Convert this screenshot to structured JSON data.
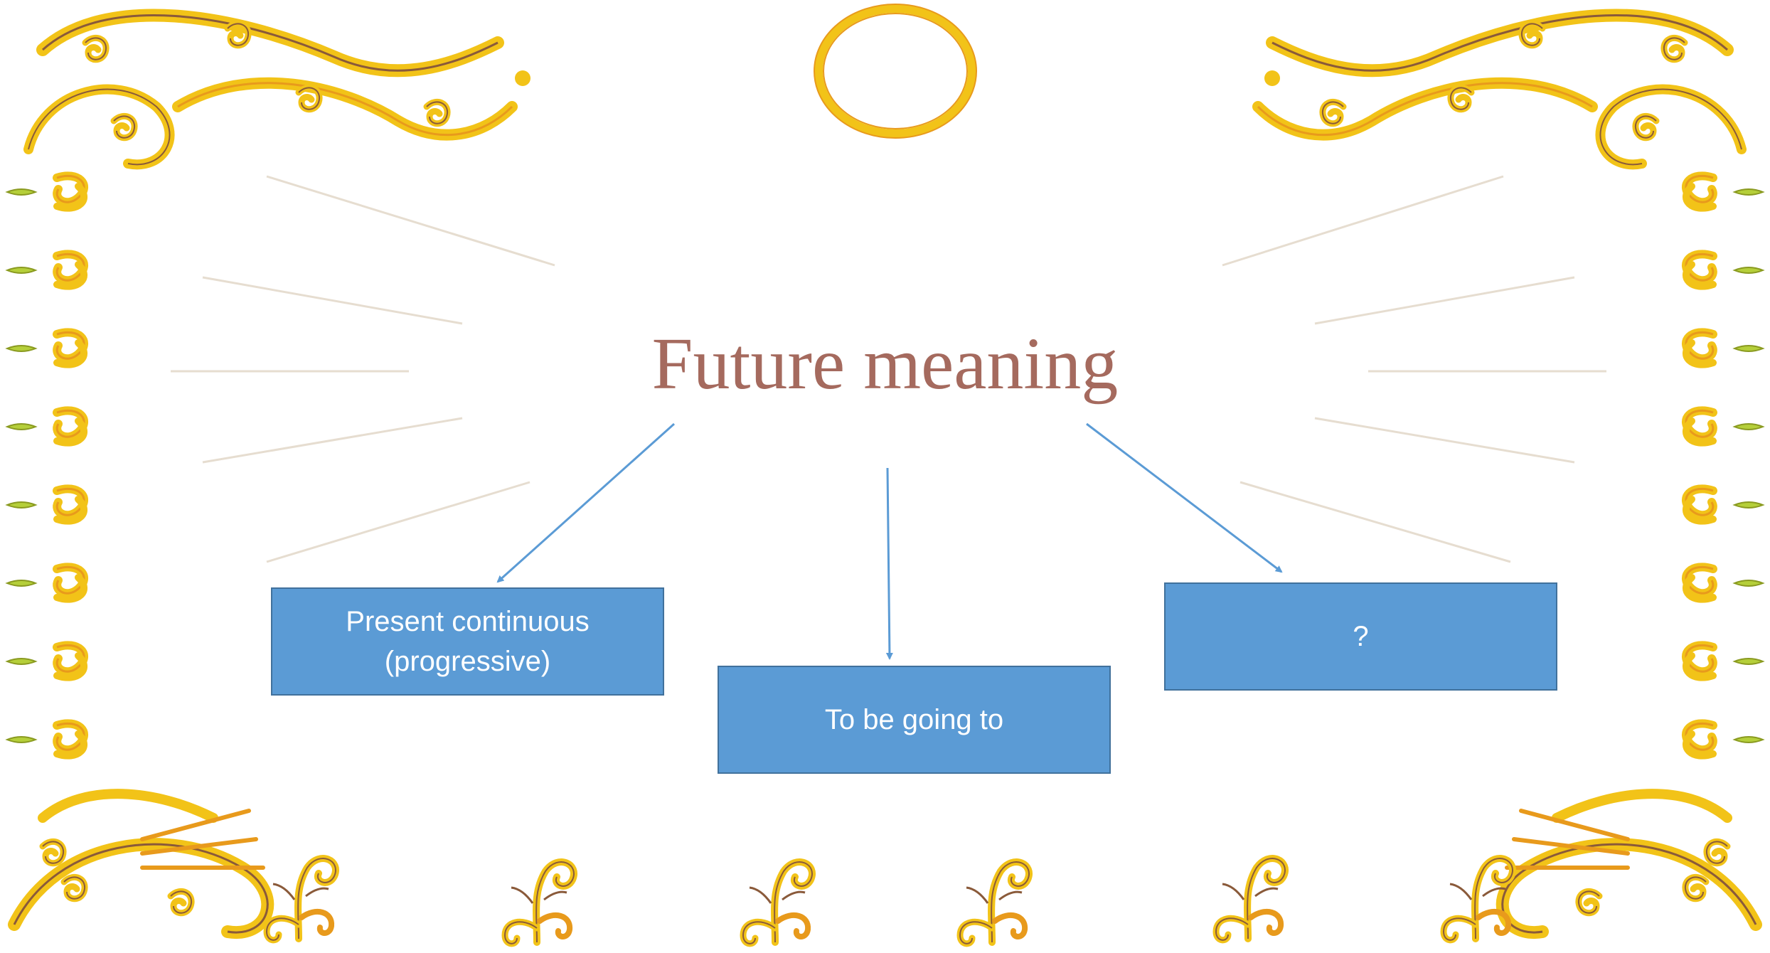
{
  "diagram": {
    "title": "Future meaning",
    "nodes": [
      {
        "id": "present-continuous",
        "line1": "Present continuous",
        "line2": "(progressive)"
      },
      {
        "id": "to-be-going-to",
        "line1": "To be going to",
        "line2": ""
      },
      {
        "id": "unknown",
        "line1": "?",
        "line2": ""
      }
    ],
    "edges": [
      {
        "from": "title",
        "to": "present-continuous"
      },
      {
        "from": "title",
        "to": "to-be-going-to"
      },
      {
        "from": "title",
        "to": "unknown"
      }
    ]
  },
  "colors": {
    "title": "#a56a5e",
    "box_fill": "#5b9bd5",
    "box_border": "#41719c",
    "box_text": "#ffffff",
    "arrow": "#5b9bd5",
    "frame_gold": "#f2c318",
    "frame_orange": "#e89a1c",
    "frame_brown": "#8a5a3a",
    "frame_green": "#b5cf3a",
    "rays": "#e6ddd0"
  },
  "decorations": {
    "frame": "ornamental-gold-swirl-frame",
    "sun": "sun-ring",
    "rays": "sun-rays",
    "plants": "curly-fern-sprouts"
  }
}
